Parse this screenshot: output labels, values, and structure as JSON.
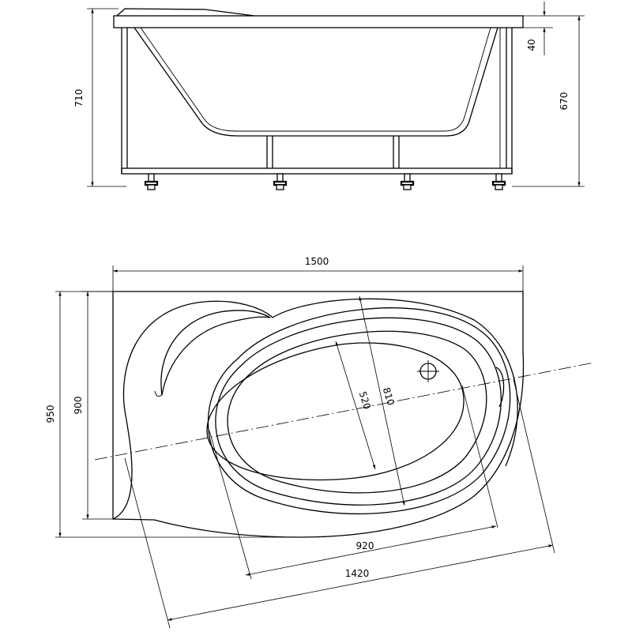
{
  "dimensions": {
    "side_total_height": "710",
    "side_tub_height": "670",
    "side_rim": "40",
    "top_length": "1500",
    "top_width": "950",
    "top_inner_width": "900",
    "basin_length": "920",
    "shell_length": "1420",
    "basin_width": "520",
    "shell_width": "810"
  },
  "colors": {
    "line": "#000000",
    "background": "#ffffff"
  }
}
